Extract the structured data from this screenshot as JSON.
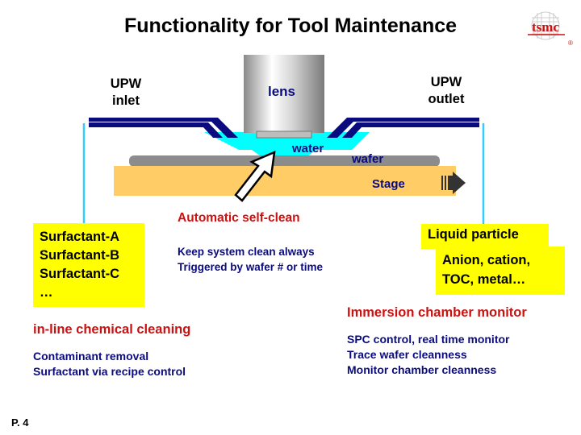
{
  "title": "Functionality for Tool Maintenance",
  "logo": {
    "text": "tsmc",
    "mark": "®"
  },
  "diagram": {
    "upw_inlet": [
      "UPW",
      "inlet"
    ],
    "upw_outlet": [
      "UPW",
      "outlet"
    ],
    "lens": "lens",
    "water": "water",
    "wafer": "wafer",
    "stage": "Stage"
  },
  "self_clean": {
    "heading": "Automatic self-clean",
    "lines": [
      "Keep system clean always",
      "Triggered by wafer # or time"
    ]
  },
  "surfactants": [
    "Surfactant-A",
    "Surfactant-B",
    "Surfactant-C",
    "…"
  ],
  "liquid_particle": "Liquid particle",
  "ions": [
    "Anion, cation,",
    "TOC, metal…"
  ],
  "inline_cleaning": {
    "heading": "in-line chemical cleaning",
    "lines": [
      "Contaminant removal",
      "Surfactant via recipe control"
    ]
  },
  "monitor": {
    "heading": "Immersion chamber monitor",
    "lines": [
      "SPC control, real time monitor",
      "Trace wafer cleanness",
      "Monitor chamber cleanness"
    ]
  },
  "page": "P. 4",
  "colors": {
    "navy": "#0b0b80",
    "water": "#00ffff",
    "stage": "#ffcc66",
    "wafer": "#8c8c8c",
    "highlight": "#ffff00",
    "red_text": "#cc1111",
    "pipe": "#33ccff"
  }
}
